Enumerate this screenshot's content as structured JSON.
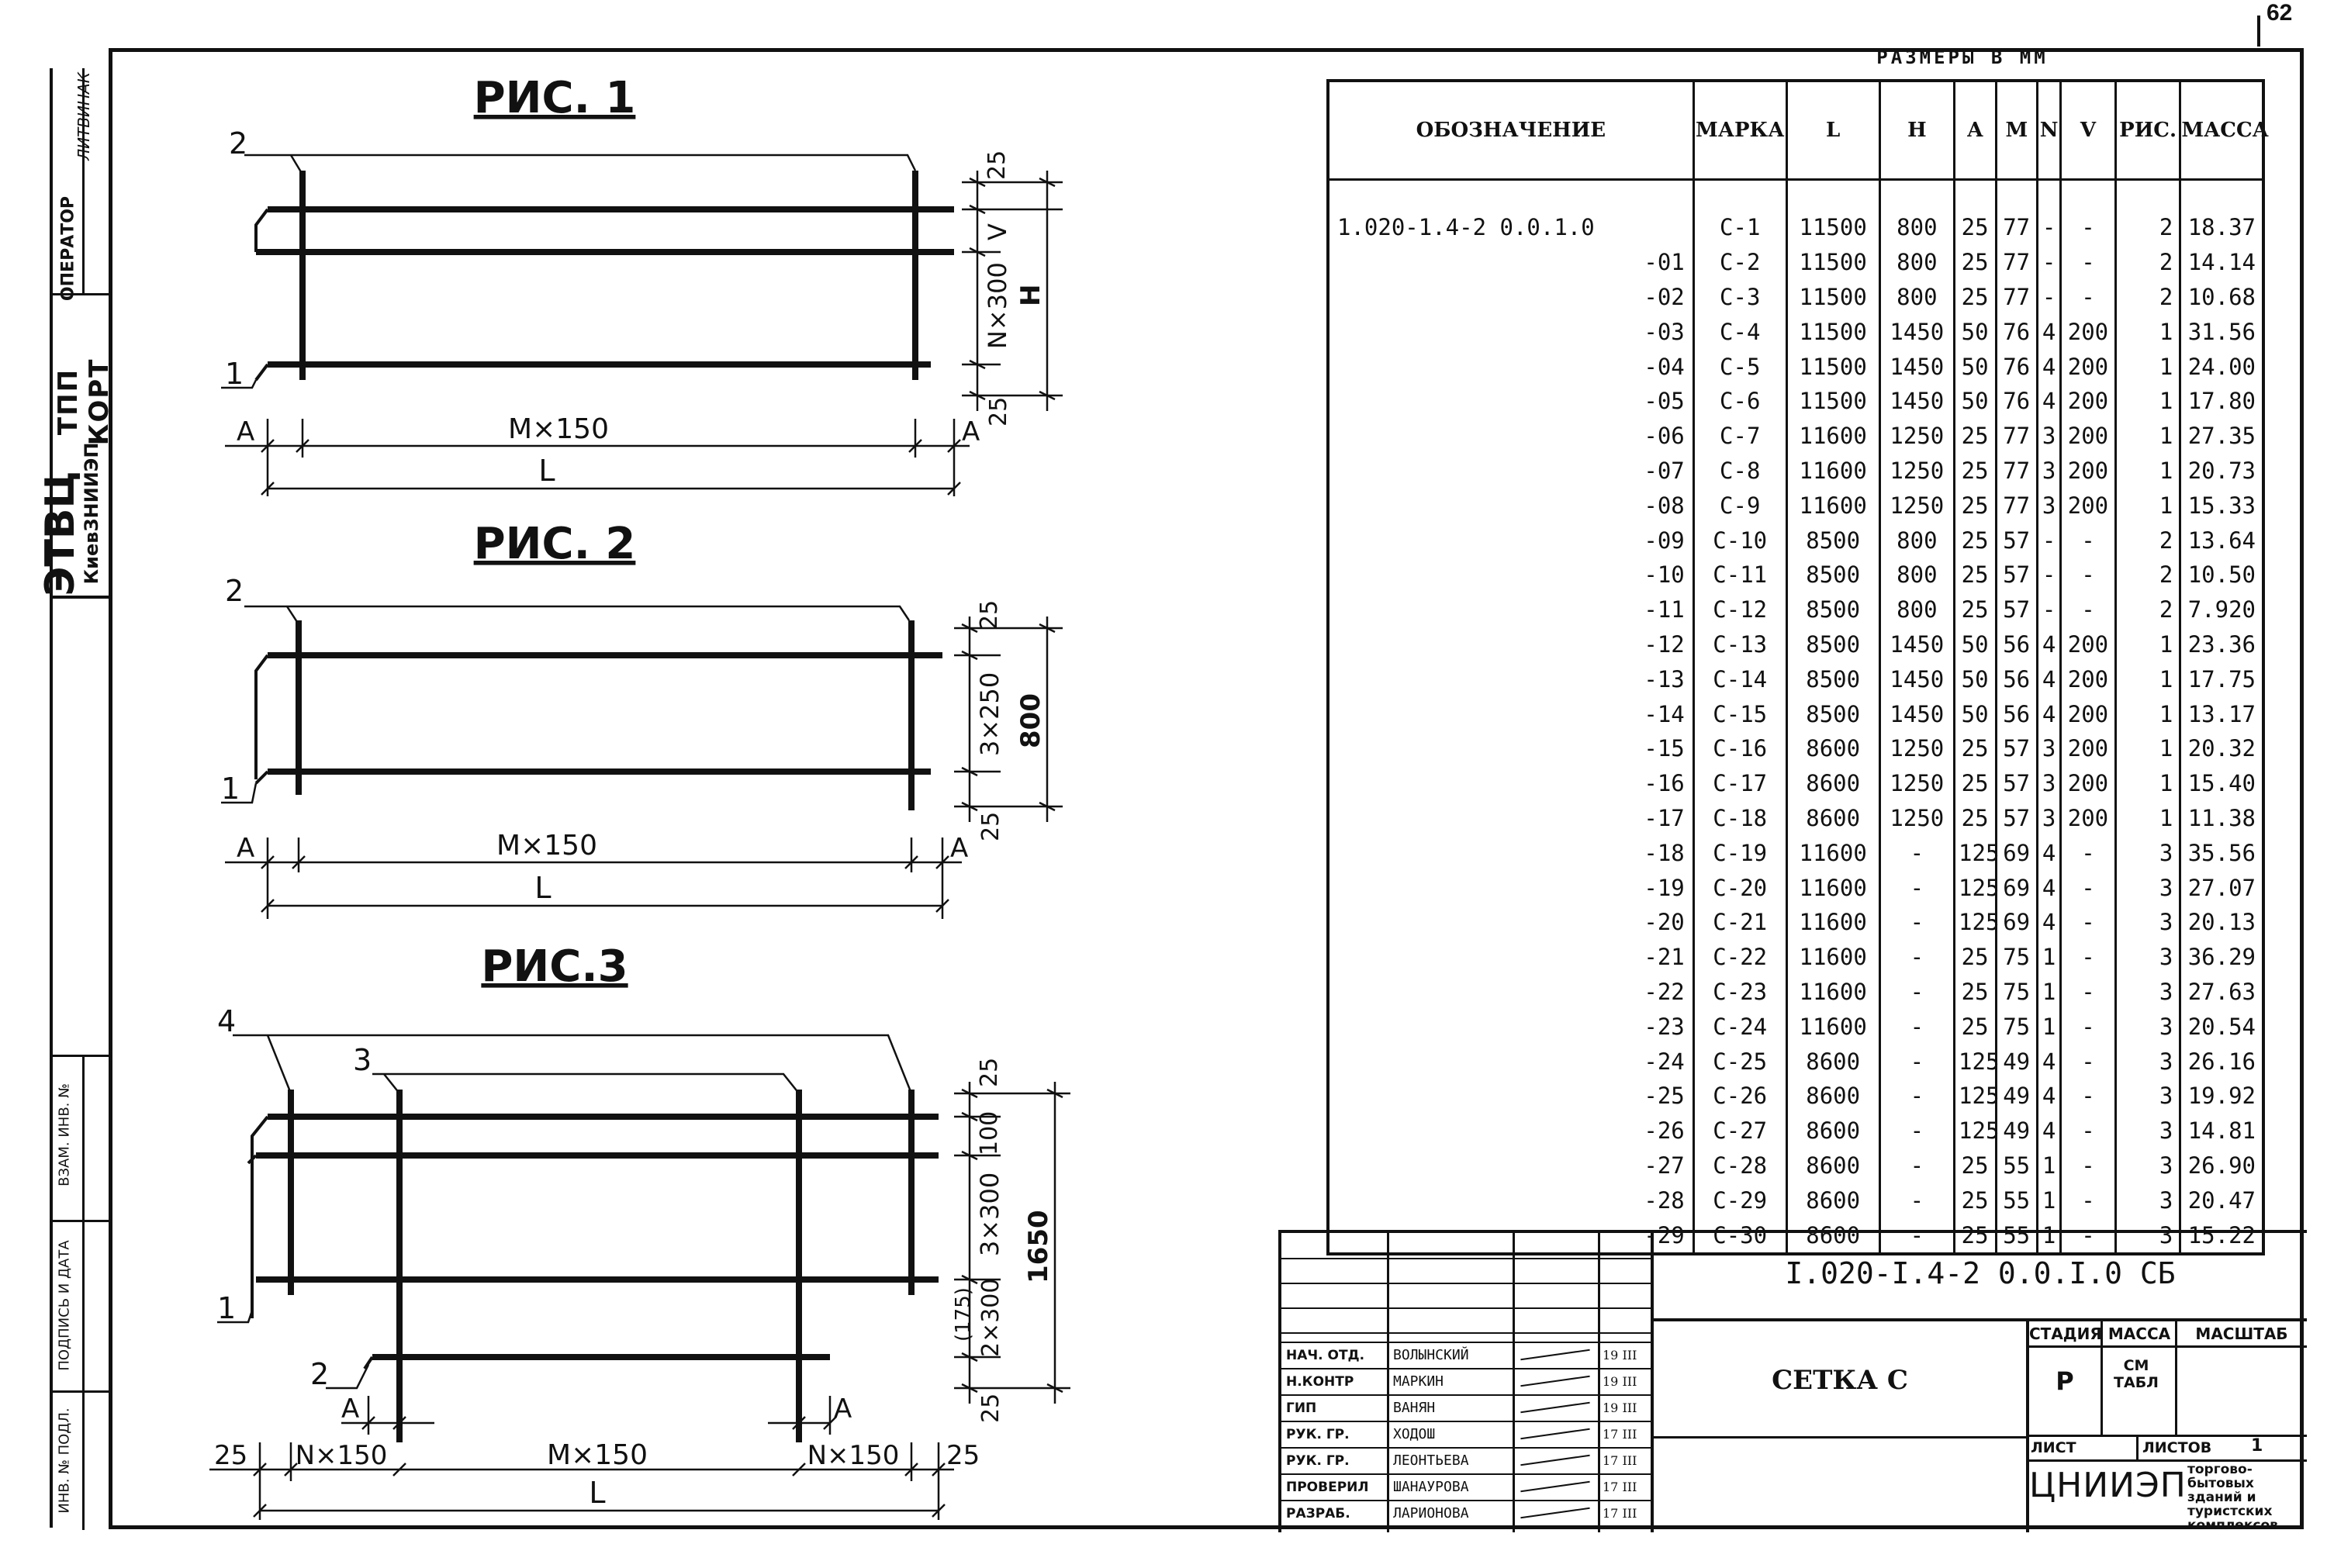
{
  "corner_mark": "62",
  "side_stamp": {
    "org_code": "ЭТВЦ",
    "org_name": "КиевЗНИИЭП",
    "dept": "ТПП КОРТ",
    "operator": "ОПЕРАТОР",
    "operator_name": "ЛИТВИНАК",
    "stub_labels": [
      "ВЗАМ. ИНВ. №",
      "ПОДПИСЬ И ДАТА",
      "ИНВ. № ПОДЛ."
    ]
  },
  "figures": [
    {
      "title": "РИС. 1",
      "callouts": [
        "2",
        "1"
      ],
      "right_dims": [
        "25",
        "V",
        "N×300",
        "25"
      ],
      "overall_dim": "H",
      "bottom_dims": [
        "A",
        "M×150",
        "A"
      ],
      "length_dim": "L"
    },
    {
      "title": "РИС. 2",
      "callouts": [
        "2",
        "1"
      ],
      "right_dims": [
        "25",
        "3×250",
        "25"
      ],
      "overall_dim": "800",
      "bottom_dims": [
        "A",
        "M×150",
        "A"
      ],
      "length_dim": "L"
    },
    {
      "title": "РИС.3",
      "callouts": [
        "4",
        "3",
        "1",
        "2"
      ],
      "right_dims": [
        "25",
        "100",
        "3×300",
        "(175)",
        "2×300",
        "25"
      ],
      "overall_dim": "1650",
      "a_dims": [
        "A",
        "A"
      ],
      "bottom_dims": [
        "25",
        "N×150",
        "M×150",
        "N×150",
        "25"
      ],
      "length_dim": "L"
    }
  ],
  "table": {
    "group_header": "РАЗМЕРЫ В ММ",
    "headers": [
      "ОБОЗНАЧЕНИЕ",
      "МАРКА",
      "L",
      "H",
      "A",
      "M",
      "N",
      "V",
      "РИС.",
      "МАССА"
    ],
    "rows": [
      [
        "1.020-1.4-2 0.0.1.0",
        "C-1",
        "11500",
        "800",
        "25",
        "77",
        "-",
        "-",
        "2",
        "18.37"
      ],
      [
        "-01",
        "C-2",
        "11500",
        "800",
        "25",
        "77",
        "-",
        "-",
        "2",
        "14.14"
      ],
      [
        "-02",
        "C-3",
        "11500",
        "800",
        "25",
        "77",
        "-",
        "-",
        "2",
        "10.68"
      ],
      [
        "-03",
        "C-4",
        "11500",
        "1450",
        "50",
        "76",
        "4",
        "200",
        "1",
        "31.56"
      ],
      [
        "-04",
        "C-5",
        "11500",
        "1450",
        "50",
        "76",
        "4",
        "200",
        "1",
        "24.00"
      ],
      [
        "-05",
        "C-6",
        "11500",
        "1450",
        "50",
        "76",
        "4",
        "200",
        "1",
        "17.80"
      ],
      [
        "-06",
        "C-7",
        "11600",
        "1250",
        "25",
        "77",
        "3",
        "200",
        "1",
        "27.35"
      ],
      [
        "-07",
        "C-8",
        "11600",
        "1250",
        "25",
        "77",
        "3",
        "200",
        "1",
        "20.73"
      ],
      [
        "-08",
        "C-9",
        "11600",
        "1250",
        "25",
        "77",
        "3",
        "200",
        "1",
        "15.33"
      ],
      [
        "-09",
        "C-10",
        "8500",
        "800",
        "25",
        "57",
        "-",
        "-",
        "2",
        "13.64"
      ],
      [
        "-10",
        "C-11",
        "8500",
        "800",
        "25",
        "57",
        "-",
        "-",
        "2",
        "10.50"
      ],
      [
        "-11",
        "C-12",
        "8500",
        "800",
        "25",
        "57",
        "-",
        "-",
        "2",
        "7.920"
      ],
      [
        "-12",
        "C-13",
        "8500",
        "1450",
        "50",
        "56",
        "4",
        "200",
        "1",
        "23.36"
      ],
      [
        "-13",
        "C-14",
        "8500",
        "1450",
        "50",
        "56",
        "4",
        "200",
        "1",
        "17.75"
      ],
      [
        "-14",
        "C-15",
        "8500",
        "1450",
        "50",
        "56",
        "4",
        "200",
        "1",
        "13.17"
      ],
      [
        "-15",
        "C-16",
        "8600",
        "1250",
        "25",
        "57",
        "3",
        "200",
        "1",
        "20.32"
      ],
      [
        "-16",
        "C-17",
        "8600",
        "1250",
        "25",
        "57",
        "3",
        "200",
        "1",
        "15.40"
      ],
      [
        "-17",
        "C-18",
        "8600",
        "1250",
        "25",
        "57",
        "3",
        "200",
        "1",
        "11.38"
      ],
      [
        "-18",
        "C-19",
        "11600",
        "-",
        "125",
        "69",
        "4",
        "-",
        "3",
        "35.56"
      ],
      [
        "-19",
        "C-20",
        "11600",
        "-",
        "125",
        "69",
        "4",
        "-",
        "3",
        "27.07"
      ],
      [
        "-20",
        "C-21",
        "11600",
        "-",
        "125",
        "69",
        "4",
        "-",
        "3",
        "20.13"
      ],
      [
        "-21",
        "C-22",
        "11600",
        "-",
        "25",
        "75",
        "1",
        "-",
        "3",
        "36.29"
      ],
      [
        "-22",
        "C-23",
        "11600",
        "-",
        "25",
        "75",
        "1",
        "-",
        "3",
        "27.63"
      ],
      [
        "-23",
        "C-24",
        "11600",
        "-",
        "25",
        "75",
        "1",
        "-",
        "3",
        "20.54"
      ],
      [
        "-24",
        "C-25",
        "8600",
        "-",
        "125",
        "49",
        "4",
        "-",
        "3",
        "26.16"
      ],
      [
        "-25",
        "C-26",
        "8600",
        "-",
        "125",
        "49",
        "4",
        "-",
        "3",
        "19.92"
      ],
      [
        "-26",
        "C-27",
        "8600",
        "-",
        "125",
        "49",
        "4",
        "-",
        "3",
        "14.81"
      ],
      [
        "-27",
        "C-28",
        "8600",
        "-",
        "25",
        "55",
        "1",
        "-",
        "3",
        "26.90"
      ],
      [
        "-28",
        "C-29",
        "8600",
        "-",
        "25",
        "55",
        "1",
        "-",
        "3",
        "20.47"
      ],
      [
        "-29",
        "C-30",
        "8600",
        "-",
        "25",
        "55",
        "1",
        "-",
        "3",
        "15.22"
      ]
    ]
  },
  "title_block": {
    "doc_code": "I.020-I.4-2 0.0.I.0 СБ",
    "item_name": "СЕТКА С",
    "stage_label": "СТАДИЯ",
    "mass_label": "МАССА",
    "scale_label": "МАСШТАБ",
    "stage_value": "Р",
    "mass_value": "СМ ТАБЛ",
    "sheet_label": "ЛИСТ",
    "sheets_label": "ЛИСТОВ",
    "sheets_value": "1",
    "org_short": "ЦНИИЭП",
    "org_full": "торгово-бытовых зданий и туристских комплексов",
    "signatures": [
      {
        "role": "НАЧ. ОТД.",
        "name": "ВОЛЫНСКИЙ",
        "date": "19 III"
      },
      {
        "role": "Н.КОНТР",
        "name": "МАРКИН",
        "date": "19 III"
      },
      {
        "role": "ГИП",
        "name": "ВАНЯН",
        "date": "19 III"
      },
      {
        "role": "РУК. ГР.",
        "name": "ХОДОШ",
        "date": "17 III"
      },
      {
        "role": "РУК. ГР.",
        "name": "ЛЕОНТЬЕВА",
        "date": "17 III"
      },
      {
        "role": "ПРОВЕРИЛ",
        "name": "ШАНАУРОВА",
        "date": "17 III"
      },
      {
        "role": "РАЗРАБ.",
        "name": "ЛАРИОНОВА",
        "date": "17 III"
      }
    ]
  }
}
